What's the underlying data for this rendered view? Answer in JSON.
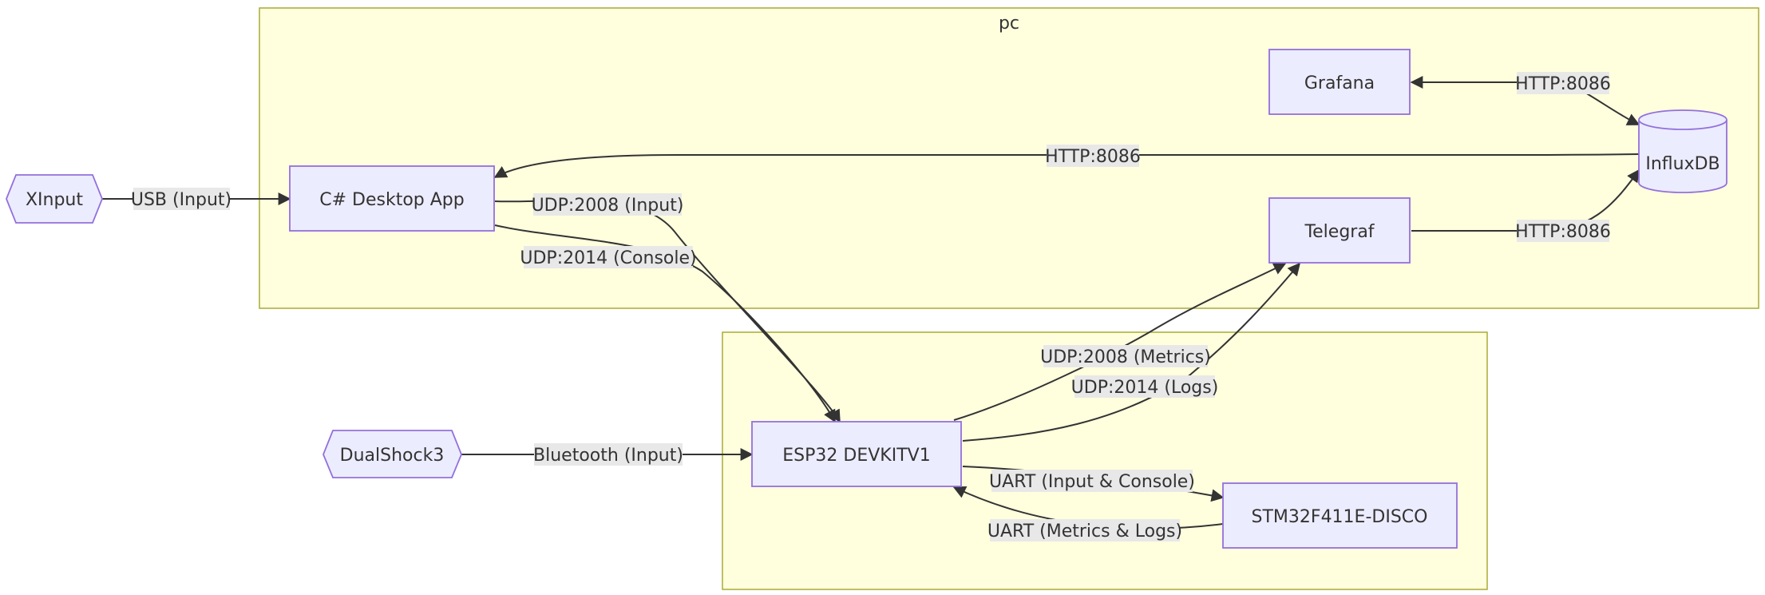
{
  "clusters": {
    "pc": "pc",
    "device": ""
  },
  "nodes": {
    "xinput": "XInput",
    "desktop_app": "C# Desktop App",
    "grafana": "Grafana",
    "influxdb": "InfluxDB",
    "telegraf": "Telegraf",
    "dualshock": "DualShock3",
    "esp32": "ESP32 DEVKITV1",
    "stm32": "STM32F411E-DISCO"
  },
  "edges": {
    "xinput_to_app": "USB (Input)",
    "app_to_esp_input": "UDP:2008 (Input)",
    "app_to_esp_console": "UDP:2014 (Console)",
    "influx_to_app": "HTTP:8086",
    "grafana_influx": "HTTP:8086",
    "telegraf_to_influx": "HTTP:8086",
    "esp_to_telegraf_metrics": "UDP:2008 (Metrics)",
    "esp_to_telegraf_logs": "UDP:2014 (Logs)",
    "ds3_to_esp": "Bluetooth (Input)",
    "esp_to_stm": "UART (Input & Console)",
    "stm_to_esp": "UART (Metrics & Logs)"
  },
  "colors": {
    "cluster_fill": "#ffffde",
    "cluster_stroke": "#aaaa33",
    "node_fill": "#ececff",
    "node_stroke": "#9370db",
    "edge": "#333333"
  }
}
